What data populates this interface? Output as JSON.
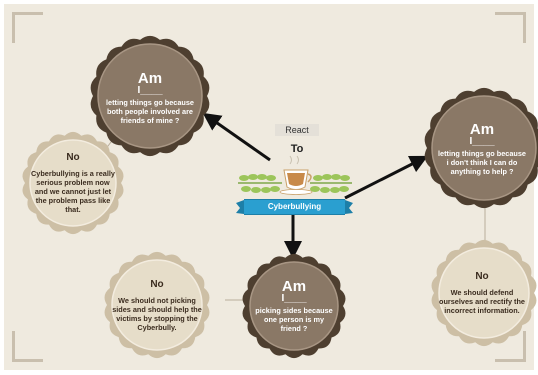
{
  "center": {
    "react_label": "React",
    "to_label": "To",
    "topic": "Cyberbullying"
  },
  "badges": [
    {
      "am": "Am",
      "line": "I____",
      "text": "letting things go because both people involved are friends of mine ?"
    },
    {
      "am": "Am",
      "line": "I____",
      "text": "letting things go because i don't think I can do anything to help ?"
    },
    {
      "am": "Am",
      "line": "I____",
      "text": "picking sides because one person is my friend ?"
    }
  ],
  "responses": [
    {
      "title": "No",
      "text": "Cyberbullying is a really serious problem now and we cannot just let the problem pass like that."
    },
    {
      "title": "No",
      "text": "We should defend ourselves and rectify the incorrect information."
    },
    {
      "title": "No",
      "text": "We should not picking sides and should help the victims by stopping the Cyberbully."
    }
  ],
  "colors": {
    "background": "#efeadf",
    "dark_badge": "#8a7866",
    "dark_badge_edge": "#4e3f30",
    "light_badge": "#e6ddc9",
    "light_badge_edge": "#cdbfa5",
    "ribbon": "#2a9fd0",
    "leaves": "#9cc55a",
    "arrow": "#111111"
  }
}
